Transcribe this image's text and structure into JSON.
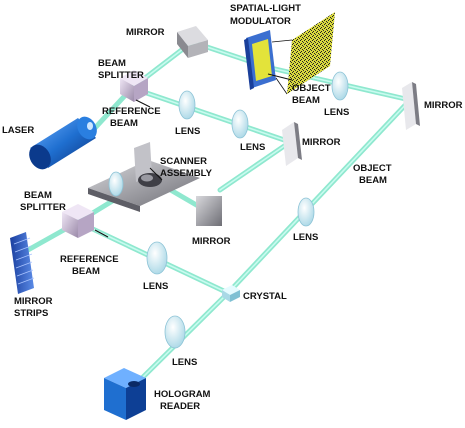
{
  "labels": {
    "spatial_light_modulator_1": "SPATIAL-LIGHT",
    "spatial_light_modulator_2": "MODULATOR",
    "mirror_top": "MIRROR",
    "beam_splitter_top_1": "BEAM",
    "beam_splitter_top_2": "SPLITTER",
    "laser": "LASER",
    "reference_beam_top_1": "REFERENCE",
    "reference_beam_top_2": "BEAM",
    "object_beam_top_1": "OBJECT",
    "object_beam_top_2": "BEAM",
    "lens_slm": "LENS",
    "mirror_right": "MIRROR",
    "lens_ref_1": "LENS",
    "lens_ref_2": "LENS",
    "mirror_mid": "MIRROR",
    "scanner_assembly_1": "SCANNER",
    "scanner_assembly_2": "ASSEMBLY",
    "object_beam_right_1": "OBJECT",
    "object_beam_right_2": "BEAM",
    "beam_splitter_low_1": "BEAM",
    "beam_splitter_low_2": "SPLITTER",
    "mirror_lower": "MIRROR",
    "lens_object": "LENS",
    "reference_beam_low_1": "REFERENCE",
    "reference_beam_low_2": "BEAM",
    "mirror_strips_1": "MIRROR",
    "mirror_strips_2": "STRIPS",
    "lens_low": "LENS",
    "crystal": "CRYSTAL",
    "lens_bottom": "LENS",
    "hologram_reader_1": "HOLOGRAM",
    "hologram_reader_2": "READER"
  },
  "colors": {
    "beam": "#8fe8cf",
    "laser_blue": "#1f6fd0",
    "lens": "#d6f2f8",
    "splitter": "#c9b8d6",
    "metal": "#a7a7ad",
    "slm_pattern": "#e6e64a"
  }
}
